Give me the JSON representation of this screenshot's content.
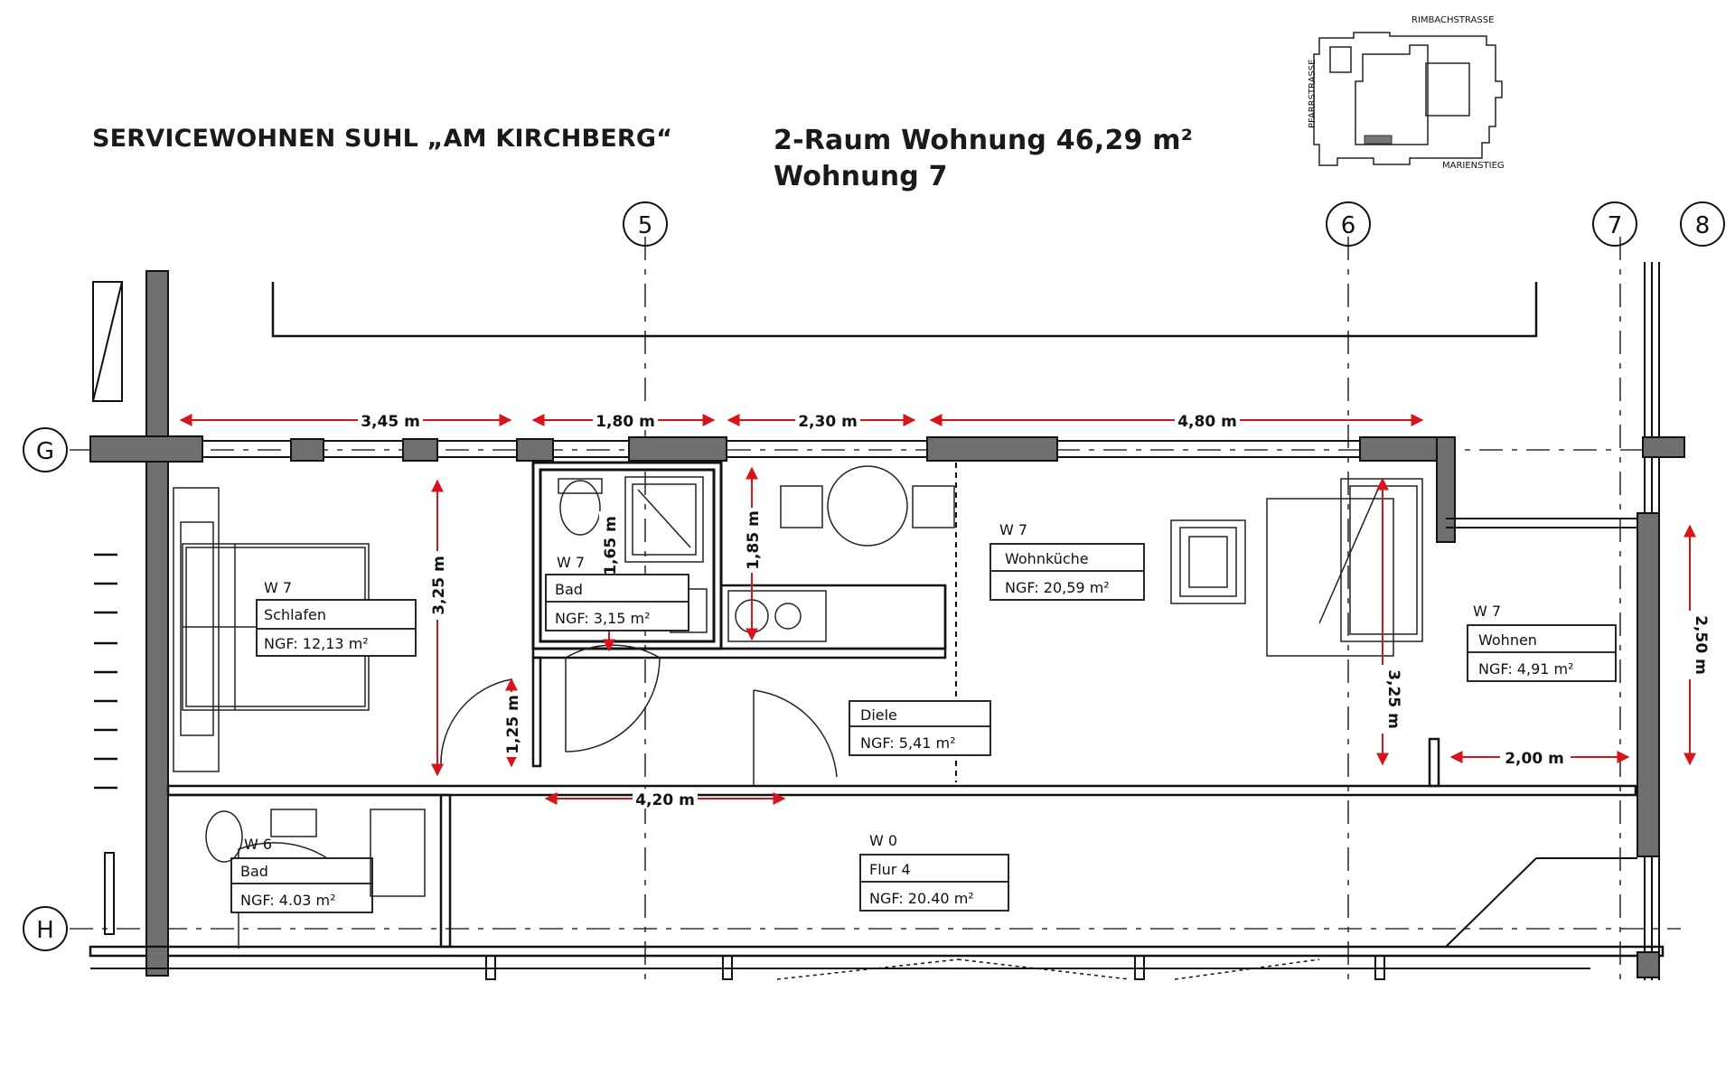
{
  "header": {
    "title": "SERVICEWOHNEN SUHL „AM KIRCHBERG“",
    "apartment": "2-Raum Wohnung 46,29 m²",
    "unit": "Wohnung 7"
  },
  "site_map": {
    "street_north": "RIMBACHSTRASSE",
    "street_west": "PFARRSTRASSE",
    "street_south": "MARIENSTIEG"
  },
  "grid_axes": {
    "a5": "5",
    "a6": "6",
    "a7": "7",
    "a8": "8",
    "aG": "G",
    "aH": "H"
  },
  "dimensions": {
    "d345": "3,45 m",
    "d180": "1,80 m",
    "d230": "2,30 m",
    "d480": "4,80 m",
    "d325a": "3,25 m",
    "d165": "1,65 m",
    "d185": "1,85 m",
    "d125": "1,25 m",
    "d420": "4,20 m",
    "d325b": "3,25 m",
    "d250": "2,50 m",
    "d200": "2,00 m"
  },
  "rooms": {
    "schlafen": {
      "unit": "W 7",
      "name": "Schlafen",
      "area": "NGF: 12,13 m²"
    },
    "bad7": {
      "unit": "W 7",
      "name": "Bad",
      "area": "NGF:    3,15 m²"
    },
    "wohnkueche": {
      "unit": "W 7",
      "name": "Wohnküche",
      "area": "NGF: 20,59 m²"
    },
    "wohnen": {
      "unit": "W 7",
      "name": "Wohnen",
      "area": "NGF: 4,91 m²"
    },
    "diele": {
      "name": "Diele",
      "area": "NGF: 5,41 m²"
    },
    "bad6": {
      "unit": "W 6",
      "name": "Bad",
      "area": "NGF:  4.03 m²"
    },
    "flur": {
      "unit": "W 0",
      "name": "Flur 4",
      "area": "NGF:  20.40 m²"
    }
  },
  "colors": {
    "dimension": "#d8141b",
    "wall_fill": "#6f6f6f"
  }
}
